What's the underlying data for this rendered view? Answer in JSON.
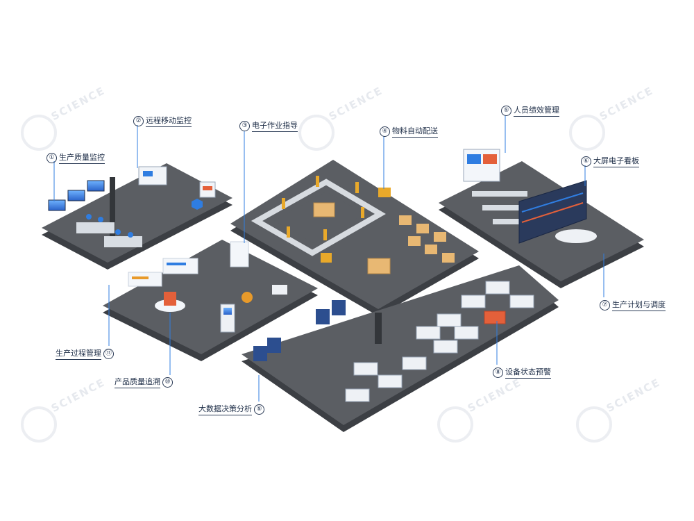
{
  "watermark": {
    "text": "SCIENCE"
  },
  "labels": [
    {
      "num": "①",
      "text": "生产质量监控"
    },
    {
      "num": "②",
      "text": "远程移动监控"
    },
    {
      "num": "③",
      "text": "电子作业指导"
    },
    {
      "num": "④",
      "text": "物料自动配送"
    },
    {
      "num": "⑤",
      "text": "人员绩效管理"
    },
    {
      "num": "⑥",
      "text": "大屏电子看板"
    },
    {
      "num": "⑦",
      "text": "生产计划与调度"
    },
    {
      "num": "⑧",
      "text": "设备状态预警"
    },
    {
      "num": "⑨",
      "text": "大数据决策分析"
    },
    {
      "num": "⑩",
      "text": "产品质量追溯"
    },
    {
      "num": "⑪",
      "text": "生产过程管理"
    }
  ],
  "colors": {
    "platform_top": "#5b5e63",
    "platform_side": "#3c3f44",
    "accent": "#2f7de1",
    "box": "#e8b873",
    "robot": "#e9a92a",
    "server": "#2c4e8f",
    "alert": "#e4603a"
  }
}
